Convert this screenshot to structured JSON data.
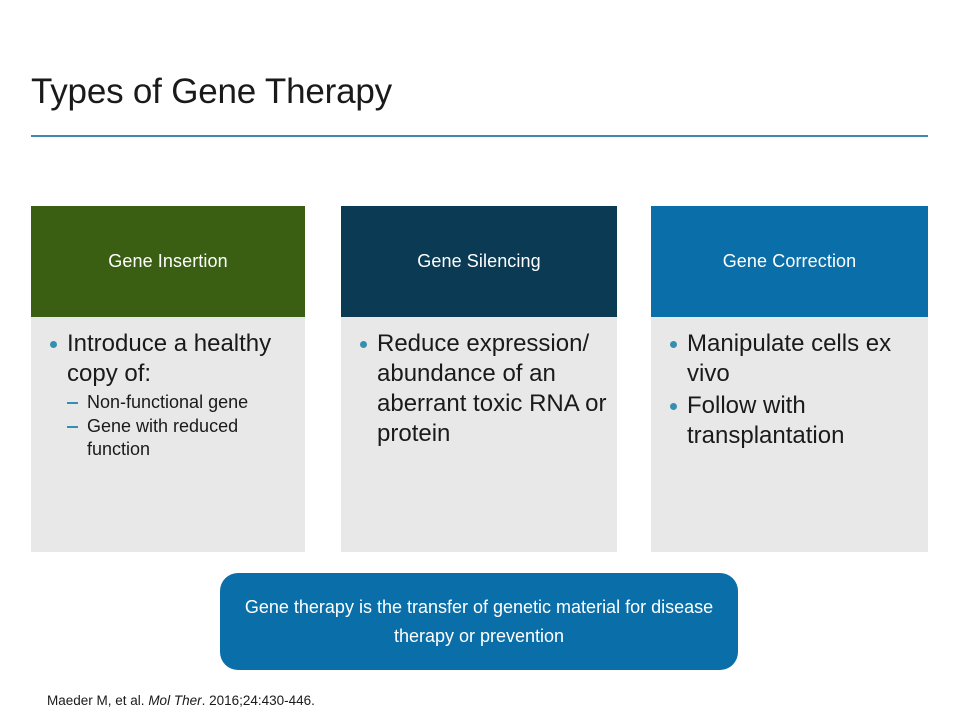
{
  "slide": {
    "title": "Types of Gene Therapy",
    "rule_color": "#3e8bb0",
    "background": "#ffffff"
  },
  "columns": [
    {
      "id": "gene-insertion",
      "header": "Gene Insertion",
      "header_color": "#3a5f13",
      "body_color": "#e8e8e8",
      "bullets": [
        {
          "text": "Introduce a healthy copy of:",
          "sub": [
            "Non-functional gene",
            "Gene with reduced function"
          ]
        }
      ]
    },
    {
      "id": "gene-silencing",
      "header": "Gene Silencing",
      "header_color": "#0a3a54",
      "body_color": "#e8e8e8",
      "bullets": [
        {
          "text": "Reduce expression/ abundance of an aberrant toxic RNA or protein",
          "sub": []
        }
      ]
    },
    {
      "id": "gene-correction",
      "header": "Gene Correction",
      "header_color": "#0a6ea8",
      "body_color": "#e8e8e8",
      "bullets": [
        {
          "text": "Manipulate cells ex vivo",
          "sub": []
        },
        {
          "text": "Follow with transplantation",
          "sub": []
        }
      ]
    }
  ],
  "callout": {
    "text": "Gene therapy is the transfer of genetic material for disease therapy or prevention",
    "background": "#0a6ea8",
    "text_color": "#ffffff"
  },
  "citation": {
    "author": "Maeder M, et al.",
    "journal": "Mol Ther",
    "details": ". 2016;24:430-446."
  },
  "accent": {
    "bullet_color": "#3590b0",
    "dash_color": "#3590b0"
  }
}
